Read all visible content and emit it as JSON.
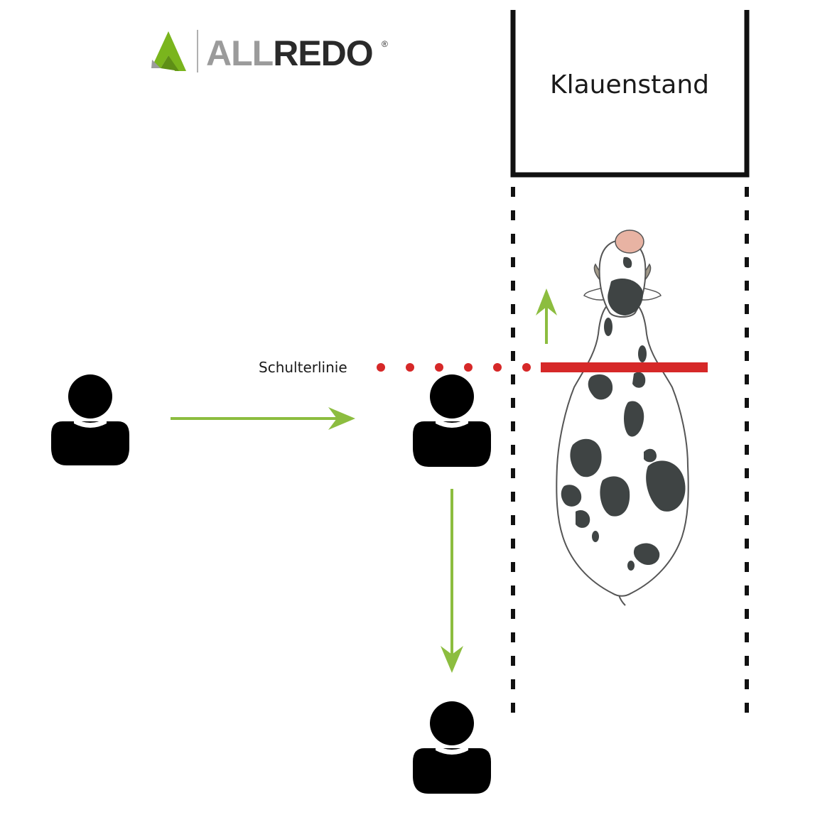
{
  "logo": {
    "brand_part1": "ALL",
    "brand_part2": "REDO",
    "registered_mark": "®",
    "colors": {
      "mark": "#7ab51d",
      "part1": "#9b9b9b",
      "part2": "#2a2a2a"
    }
  },
  "stand": {
    "label": "Klauenstand"
  },
  "shoulder_line": {
    "label": "Schulterlinie"
  },
  "icons": [
    "person-icon",
    "person-icon",
    "person-icon",
    "cow-icon",
    "arrow-right-icon",
    "arrow-down-icon",
    "arrow-up-icon"
  ],
  "colors": {
    "arrow": "#8cbd3f",
    "shoulder_line": "#d62828",
    "outline": "#111111",
    "person": "#000000",
    "cow_spots": "#3f4444"
  }
}
